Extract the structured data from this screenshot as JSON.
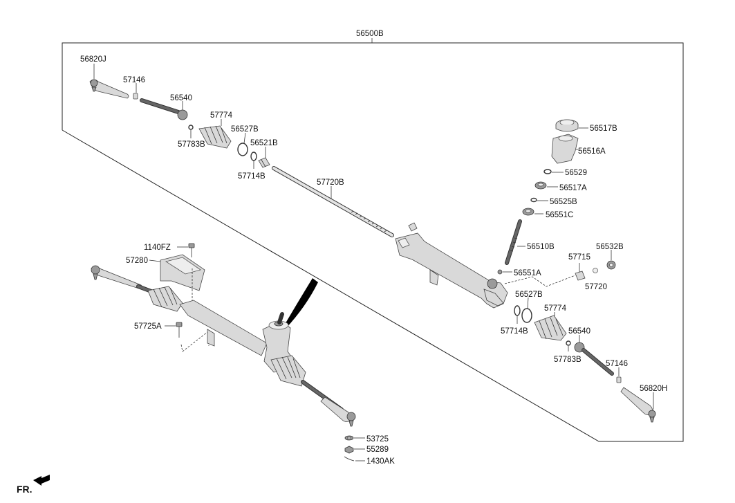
{
  "assembly_label": "56500B",
  "labels": {
    "p56820J": "56820J",
    "p57146_top": "57146",
    "p56540_top": "56540",
    "p57774_top": "57774",
    "p56527B_top": "56527B",
    "p56521B": "56521B",
    "p57783B_top": "57783B",
    "p57714B_top": "57714B",
    "p57720B": "57720B",
    "p56517B": "56517B",
    "p56516A": "56516A",
    "p56529": "56529",
    "p56517A": "56517A",
    "p56525B": "56525B",
    "p56551C": "56551C",
    "p56510B": "56510B",
    "p56532B": "56532B",
    "p57715": "57715",
    "p56551A": "56551A",
    "p57720": "57720",
    "p56527B_bot": "56527B",
    "p57774_bot": "57774",
    "p57714B_bot": "57714B",
    "p56540_bot": "56540",
    "p57783B_bot": "57783B",
    "p57146_bot": "57146",
    "p56820H": "56820H",
    "p1140FZ": "1140FZ",
    "p57280": "57280",
    "p57725A": "57725A",
    "p53725": "53725",
    "p55289": "55289",
    "p1430AK": "1430AK"
  },
  "direction_label": "FR.",
  "icons": {
    "direction_arrow": "front-direction-arrow-icon"
  },
  "colors": {
    "line": "#222222",
    "part_fill": "#d9d9d9",
    "part_dark": "#9a9a9a"
  }
}
